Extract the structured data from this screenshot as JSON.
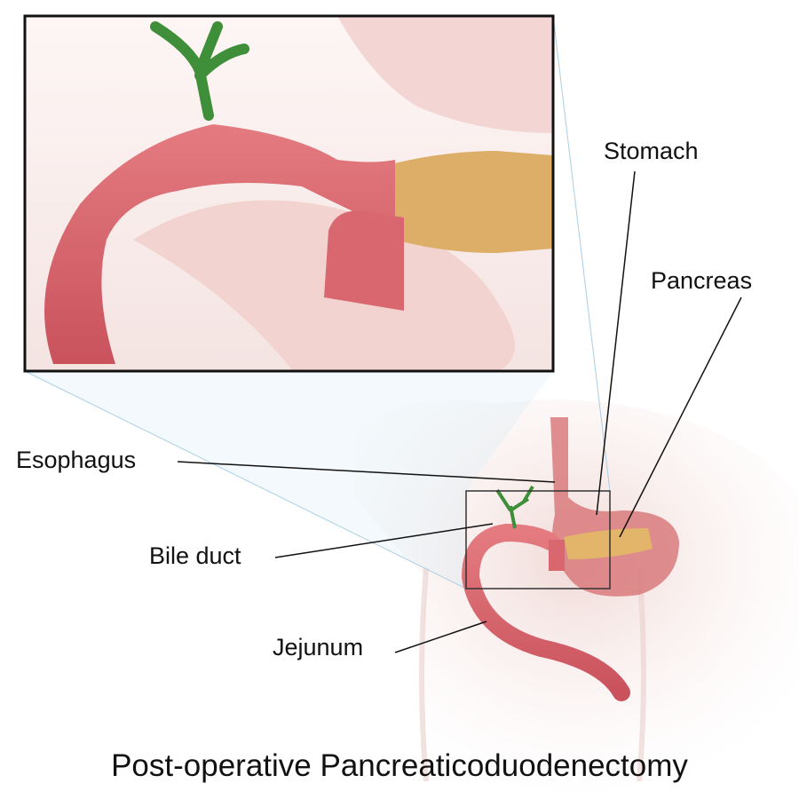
{
  "labels": {
    "stomach": "Stomach",
    "pancreas": "Pancreas",
    "esophagus": "Esophagus",
    "bile_duct": "Bile duct",
    "jejunum": "Jejunum"
  },
  "title": "Post-operative Pancreaticoduodenectomy",
  "colors": {
    "intestine": "#d9676f",
    "pancreas": "#e2b56a",
    "bile_duct": "#3f8f3a",
    "skin": "#f1dcd8"
  }
}
